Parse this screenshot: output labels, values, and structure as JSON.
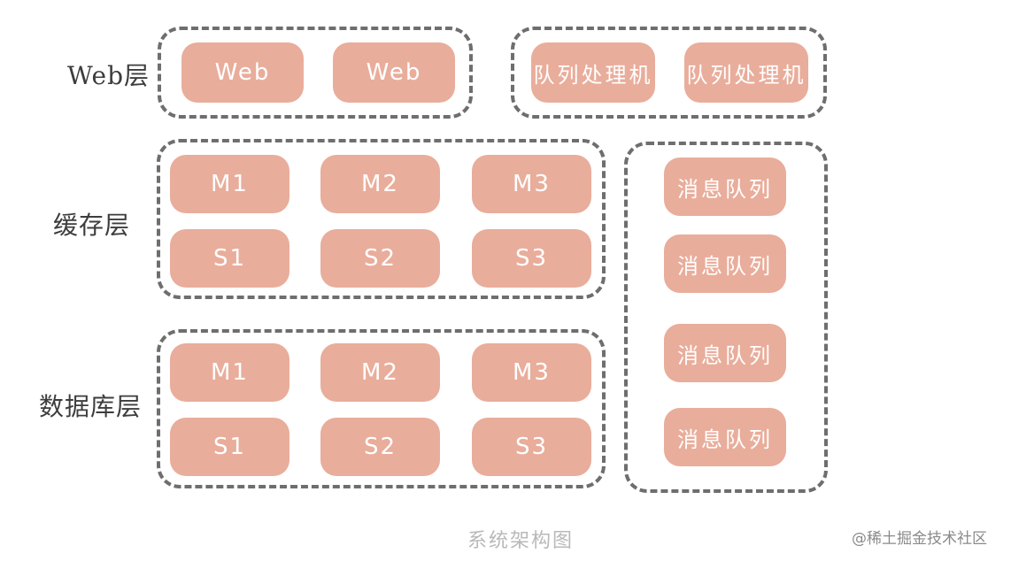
{
  "layers": {
    "web": "Web层",
    "cache": "缓存层",
    "database": "数据库层"
  },
  "web_group": {
    "nodes": [
      "Web",
      "Web"
    ]
  },
  "queue_processor_group": {
    "nodes": [
      "队列处理机",
      "队列处理机"
    ]
  },
  "cache_group": {
    "masters": [
      "M1",
      "M2",
      "M3"
    ],
    "slaves": [
      "S1",
      "S2",
      "S3"
    ]
  },
  "database_group": {
    "masters": [
      "M1",
      "M2",
      "M3"
    ],
    "slaves": [
      "S1",
      "S2",
      "S3"
    ]
  },
  "message_queue_group": {
    "nodes": [
      "消息队列",
      "消息队列",
      "消息队列",
      "消息队列"
    ]
  },
  "caption": "系统架构图",
  "watermark": "@稀土掘金技术社区",
  "colors": {
    "node_fill": "#e9ad9b",
    "node_text": "#ffffff",
    "dashed_border": "#6e6e6e",
    "label_text": "#3d3d3d",
    "caption_text": "#b9b9b9"
  }
}
